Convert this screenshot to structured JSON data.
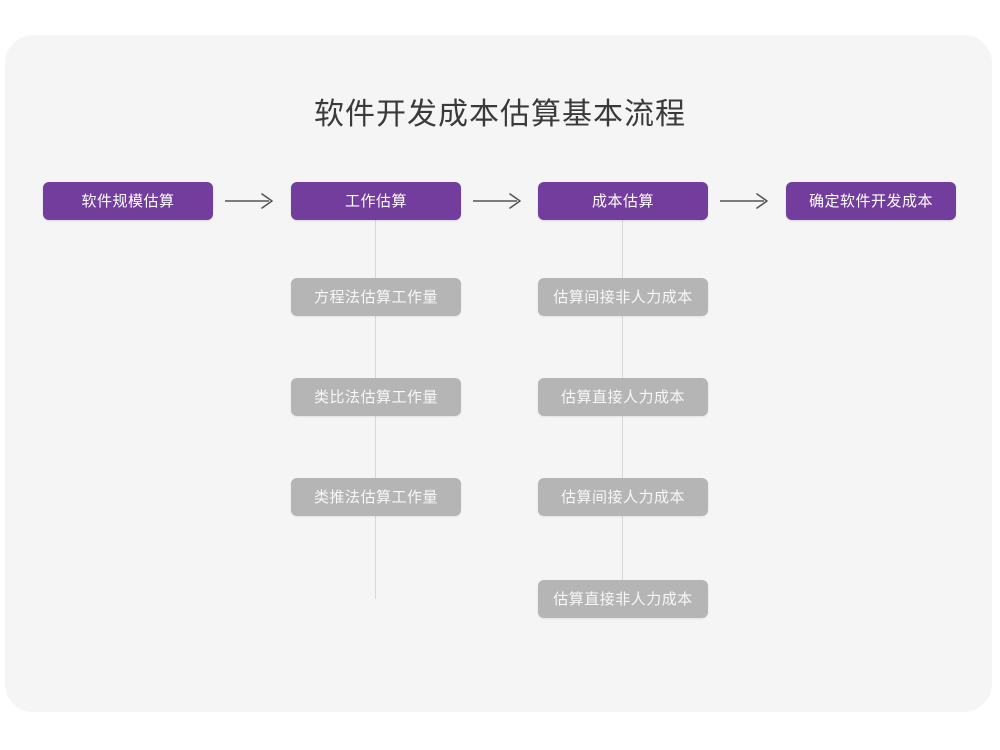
{
  "page": {
    "title": "软件开发成本估算基本流程",
    "background_color": "#ffffff",
    "card_color": "#f5f5f5"
  },
  "colors": {
    "primary": "#733d9e",
    "secondary": "#b5b5b5",
    "connector": "#d8d8d8",
    "title_text": "#3a3a3a",
    "node_text": "#ffffff"
  },
  "chart_data": {
    "type": "diagram",
    "title": "软件开发成本估算基本流程",
    "orientation": "left-to-right with vertical sub-steps",
    "stages": [
      {
        "id": "stage-1",
        "label": "软件规模估算",
        "style": "primary",
        "substeps": []
      },
      {
        "id": "stage-2",
        "label": "工作估算",
        "style": "primary",
        "substeps": [
          "方程法估算工作量",
          "类比法估算工作量",
          "类推法估算工作量"
        ]
      },
      {
        "id": "stage-3",
        "label": "成本估算",
        "style": "primary",
        "substeps": [
          "估算间接非人力成本",
          "估算直接人力成本",
          "估算间接人力成本",
          "估算直接非人力成本"
        ]
      },
      {
        "id": "stage-4",
        "label": "确定软件开发成本",
        "style": "primary",
        "substeps": []
      }
    ],
    "connectors": [
      {
        "from": "stage-1",
        "to": "stage-2",
        "kind": "arrow-right"
      },
      {
        "from": "stage-2",
        "to": "stage-3",
        "kind": "arrow-right"
      },
      {
        "from": "stage-3",
        "to": "stage-4",
        "kind": "arrow-right"
      },
      {
        "from": "stage-2",
        "to": "stage-2-substeps",
        "kind": "line-down"
      },
      {
        "from": "stage-3",
        "to": "stage-3-substeps",
        "kind": "line-down"
      }
    ]
  },
  "nodes": {
    "stage1": "软件规模估算",
    "stage2": "工作估算",
    "stage3": "成本估算",
    "stage4": "确定软件开发成本",
    "col2": {
      "item1": "方程法估算工作量",
      "item2": "类比法估算工作量",
      "item3": "类推法估算工作量"
    },
    "col3": {
      "item1": "估算间接非人力成本",
      "item2": "估算直接人力成本",
      "item3": "估算间接人力成本",
      "item4": "估算直接非人力成本"
    }
  }
}
